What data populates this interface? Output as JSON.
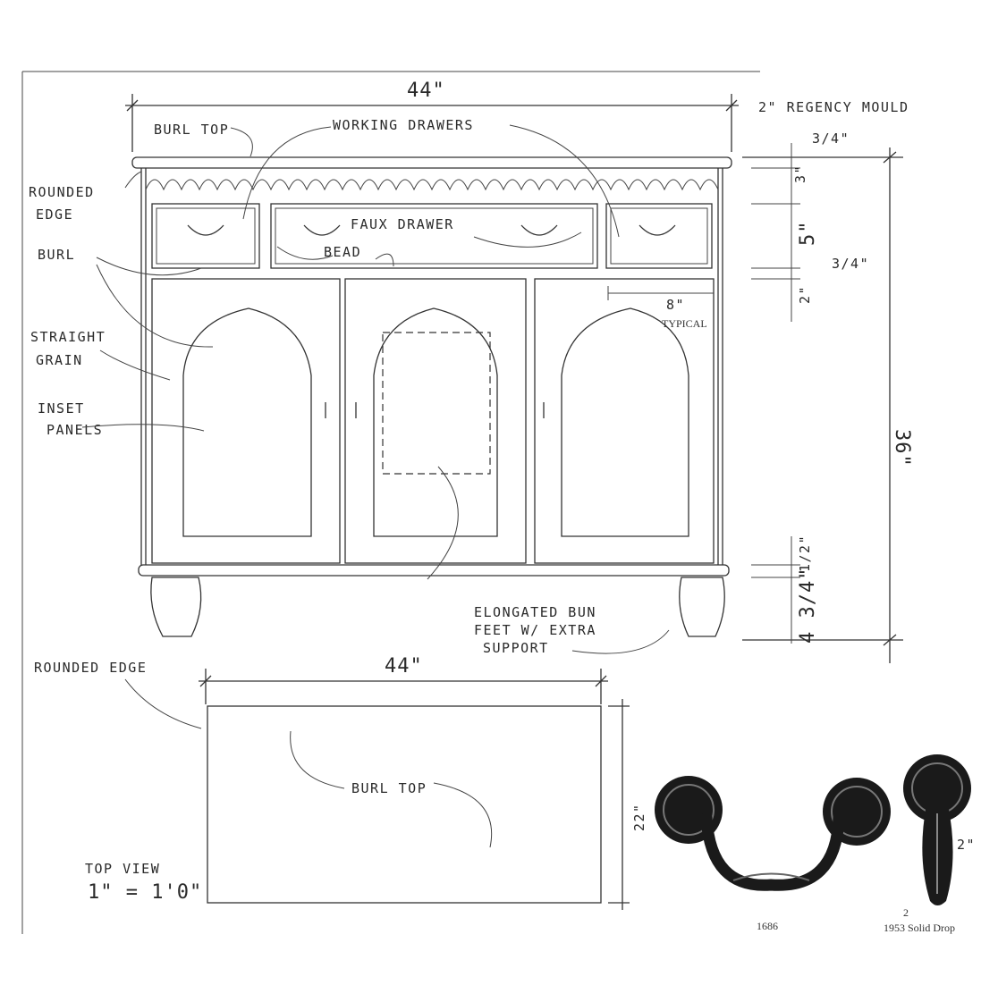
{
  "front_view": {
    "dim_width": "44\"",
    "dim_height": "36\"",
    "labels": {
      "burl_top": "BURL TOP",
      "working_drawers": "WORKING DRAWERS",
      "regency_mould": "2\" REGENCY MOULD",
      "rounded_edge_1": "ROUNDED",
      "rounded_edge_2": "EDGE",
      "burl": "BURL",
      "faux_drawer": "FAUX DRAWER",
      "bead": "BEAD",
      "straight_grain_1": "STRAIGHT",
      "straight_grain_2": "GRAIN",
      "inset_panels_1": "INSET",
      "inset_panels_2": "PANELS",
      "typical_dim": "8\"",
      "typical": "TYPICAL",
      "feet_1": "ELONGATED BUN",
      "feet_2": "FEET W/ EXTRA",
      "feet_3": "SUPPORT"
    },
    "side_dims": {
      "d1": "3/4\"",
      "d2": "3\"",
      "d3": "5\"",
      "d4": "3/4\"",
      "d5": "2\"",
      "d6": "1/2\"",
      "d7": "4 3/4\""
    }
  },
  "top_view": {
    "rounded_edge": "ROUNDED EDGE",
    "dim_width": "44\"",
    "dim_depth": "22\"",
    "burl_top": "BURL TOP",
    "title": "TOP VIEW",
    "scale": "1\" = 1'0\""
  },
  "hardware": {
    "pull_number": "1686",
    "drop_count": "2",
    "drop_size": "2\"",
    "drop_label": "1953 Solid Drop"
  }
}
